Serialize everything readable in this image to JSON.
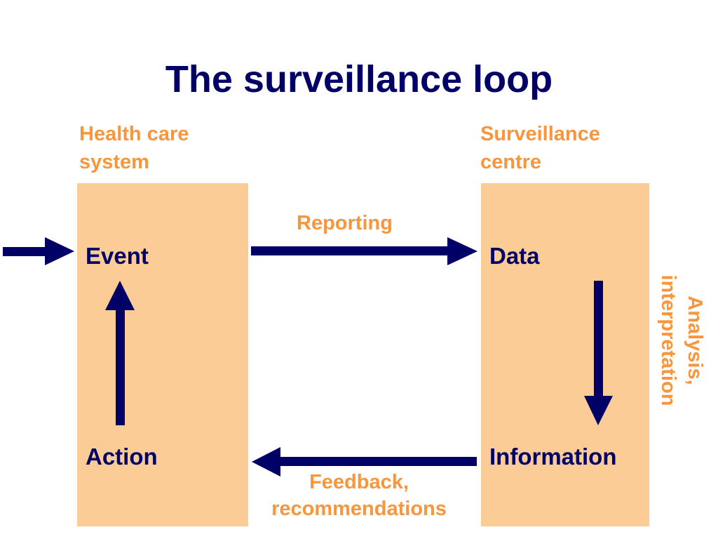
{
  "title": "The surveillance loop",
  "columns": {
    "left_header": [
      "Health care",
      "system"
    ],
    "right_header": [
      "Surveillance",
      "centre"
    ]
  },
  "nodes": {
    "event": "Event",
    "action": "Action",
    "data": "Data",
    "information": "Information"
  },
  "edges": {
    "reporting": "Reporting",
    "feedback": [
      "Feedback,",
      "recommendations"
    ],
    "analysis": [
      "Analysis,",
      "interpretation"
    ]
  },
  "colors": {
    "title": "#000066",
    "arrow": "#000066",
    "label": "#f7963c",
    "panel": "#fccc97",
    "background": "#ffffff"
  }
}
